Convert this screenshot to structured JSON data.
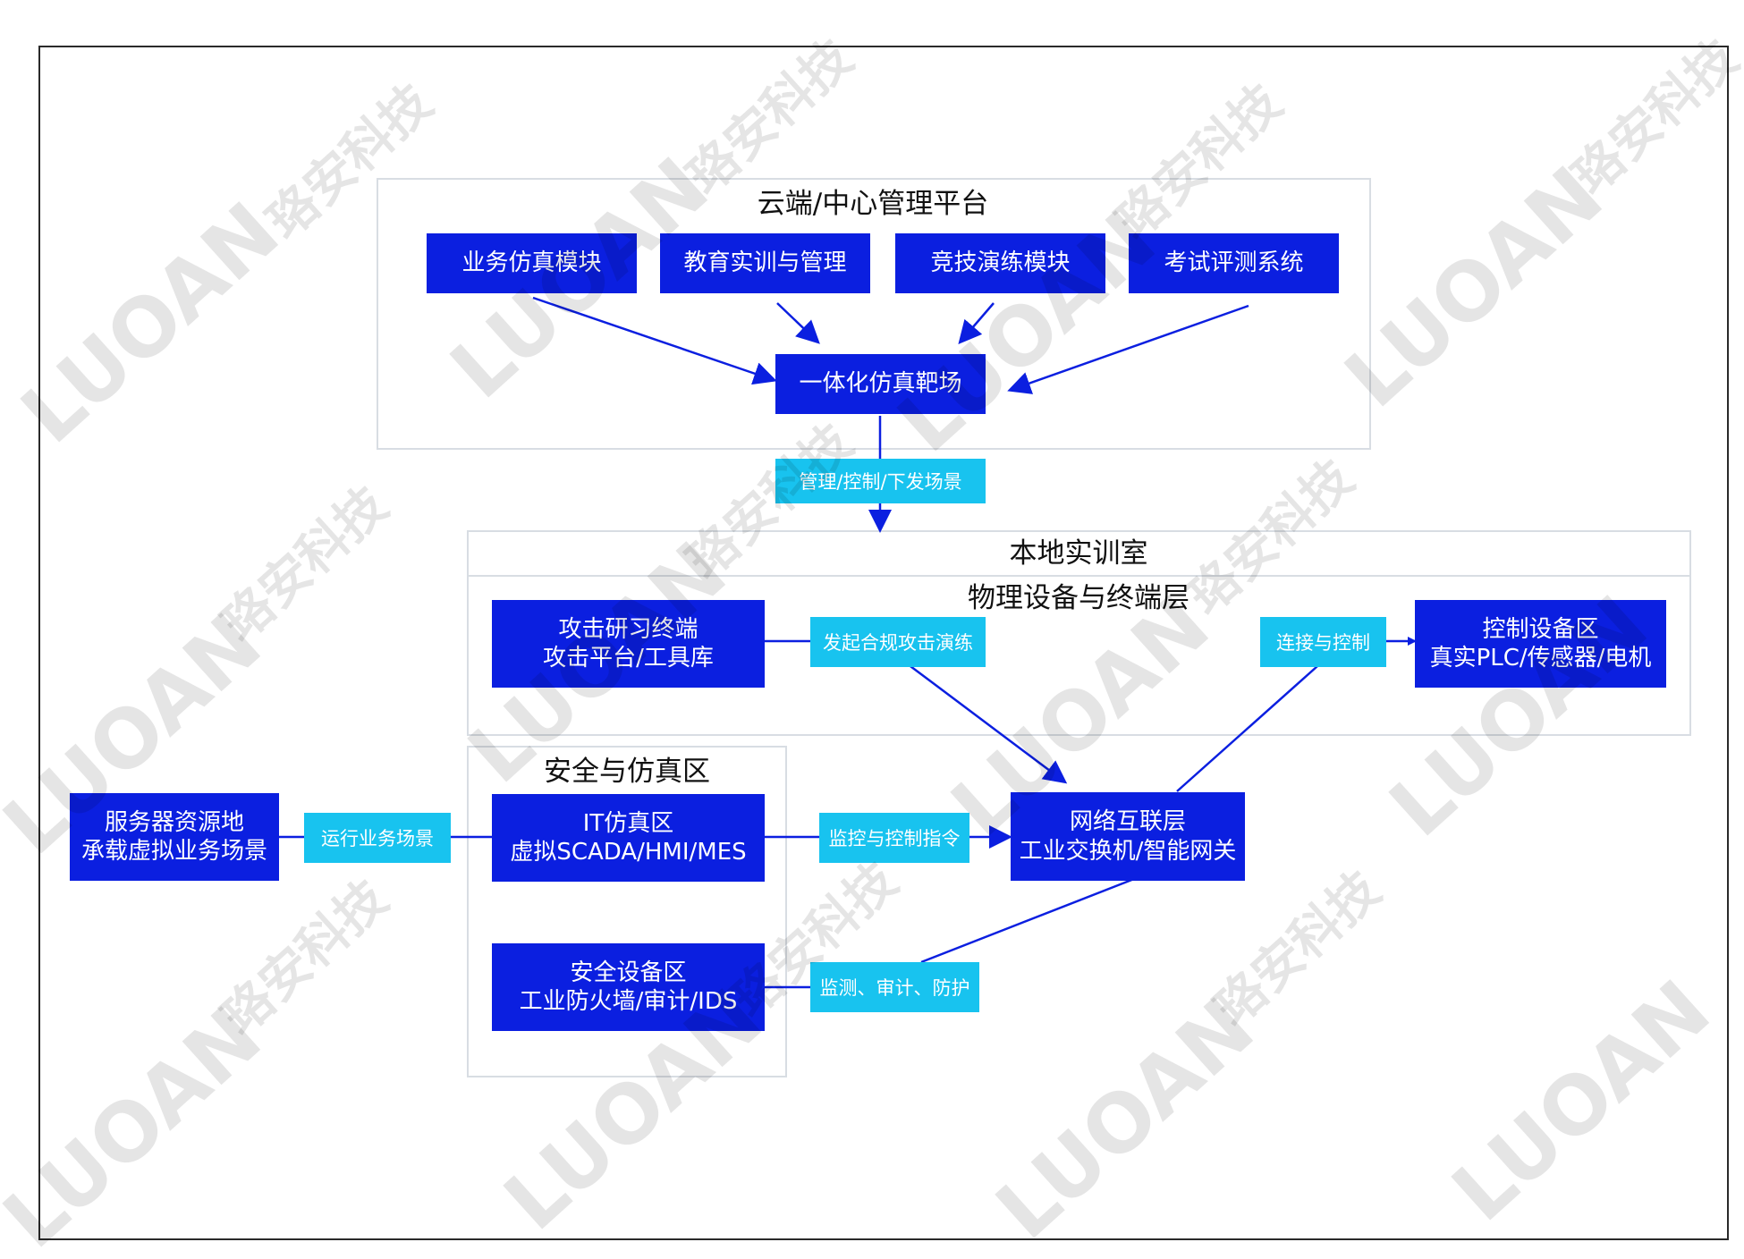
{
  "colors": {
    "box": "#0b1fe0",
    "label": "#18c3ef",
    "line": "#0b1fe0",
    "frame": "#d8dde3"
  },
  "cloud": {
    "title": "云端/中心管理平台",
    "modules": [
      "业务仿真模块",
      "教育实训与管理",
      "竞技演练模块",
      "考试评测系统"
    ],
    "range": "一体化仿真靶场"
  },
  "downlink_label": "管理/控制/下发场景",
  "local": {
    "title": "本地实训室",
    "physical_title": "物理设备与终端层",
    "attack": {
      "line1": "攻击研习终端",
      "line2": "攻击平台/工具库"
    },
    "attack_label": "发起合规攻击演练",
    "control_label": "连接与控制",
    "control": {
      "line1": "控制设备区",
      "line2": "真实PLC/传感器/电机"
    }
  },
  "security_zone": {
    "title": "安全与仿真区",
    "it": {
      "line1": "IT仿真区",
      "line2": "虚拟SCADA/HMI/MES"
    },
    "security": {
      "line1": "安全设备区",
      "line2": "工业防火墙/审计/IDS"
    }
  },
  "server": {
    "line1": "服务器资源地",
    "line2": "承载虚拟业务场景"
  },
  "run_label": "运行业务场景",
  "monitor_label": "监控与控制指令",
  "audit_label": "监测、审计、防护",
  "network": {
    "line1": "网络互联层",
    "line2": "工业交换机/智能网关"
  },
  "watermark": {
    "brand": "LUOAN",
    "name": "珞安科技"
  }
}
